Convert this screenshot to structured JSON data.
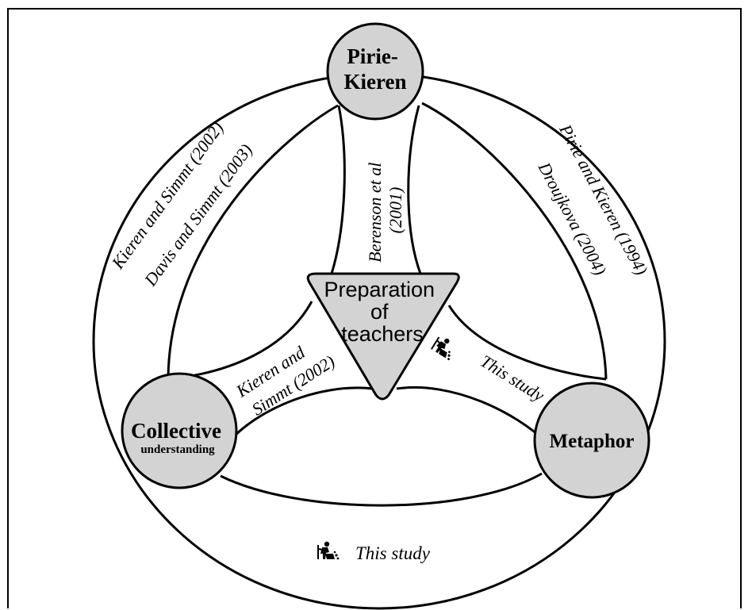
{
  "nodes": {
    "top": {
      "line1": "Pirie-",
      "line2": "Kieren"
    },
    "left": {
      "line1": "Collective",
      "line2": "understanding"
    },
    "right": {
      "label": "Metaphor"
    },
    "center": {
      "line1": "Preparation",
      "line2": "of",
      "line3": "teachers"
    }
  },
  "links": {
    "top_left": {
      "line1": "Kieren and Simmt (2002)",
      "line2": "Davis and Simmt (2003)"
    },
    "top_right": {
      "line1": "Pirie and Kieren (1994)",
      "line2": "Droujkova (2004)"
    },
    "center_top": {
      "line1": "Berenson et al",
      "line2": "(2001)"
    },
    "center_left": {
      "line1": "Kieren and",
      "line2": "Simmt (2002)"
    },
    "center_right": {
      "label": "This study",
      "icon": "worker-icon"
    },
    "bottom": {
      "label": "This study",
      "icon": "worker-icon"
    }
  },
  "colors": {
    "node_fill": "#d3d3d3",
    "stroke": "#000000",
    "background": "#ffffff"
  }
}
